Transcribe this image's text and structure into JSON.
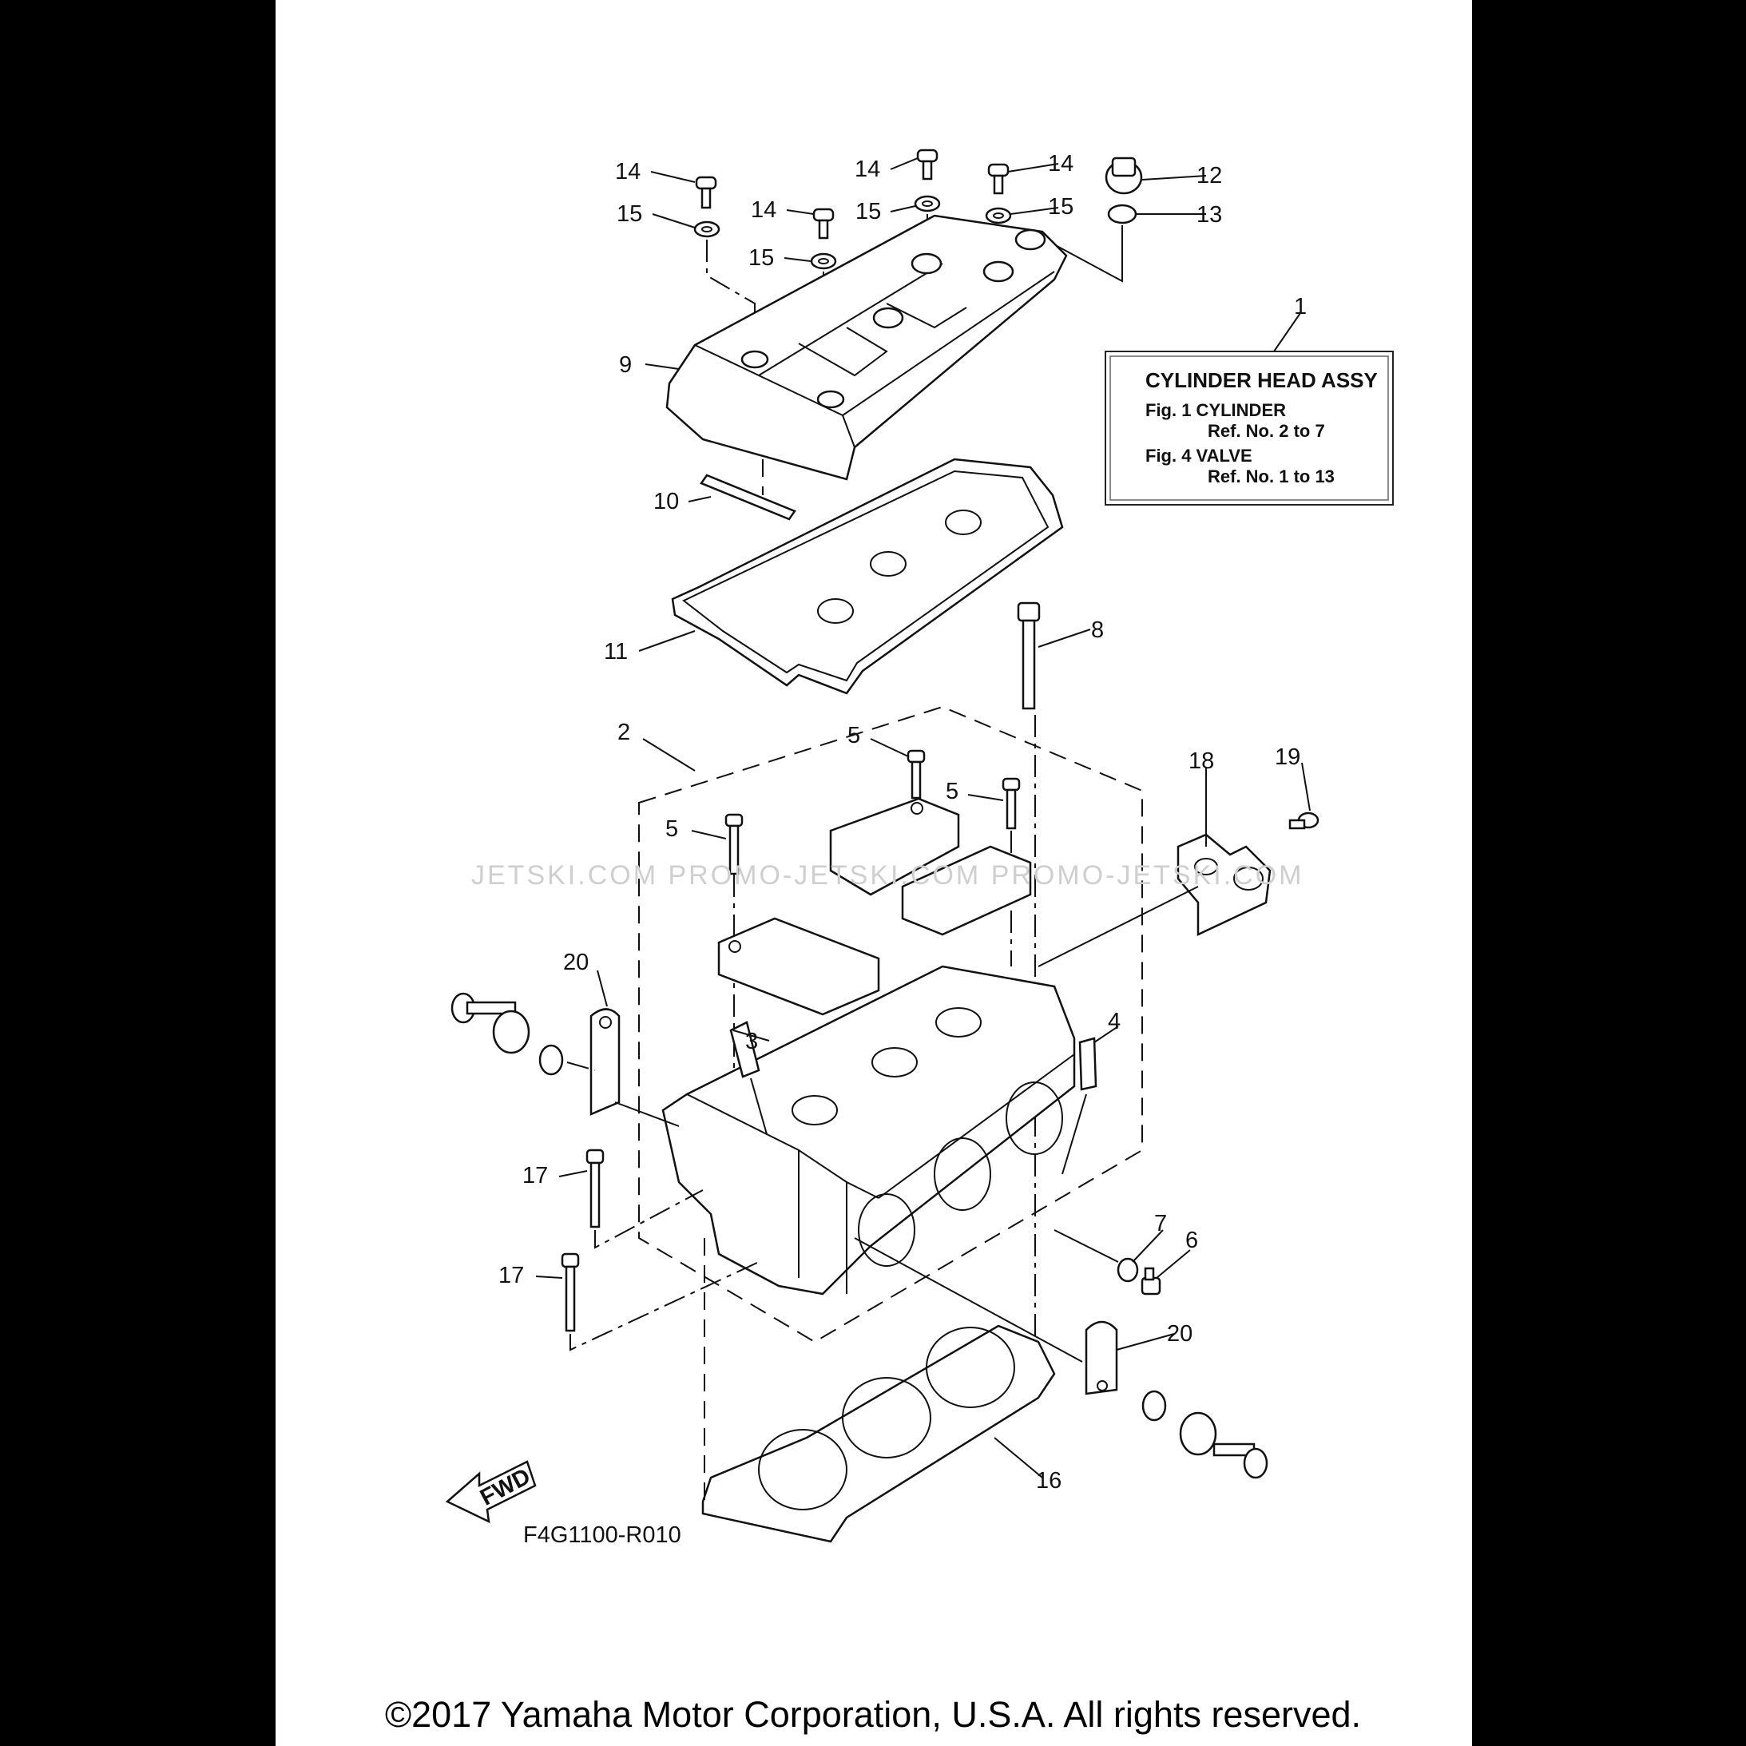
{
  "diagram": {
    "info_box": {
      "title": "CYLINDER HEAD ASSY",
      "line1": "Fig. 1 CYLINDER",
      "line2": "Ref. No. 2 to 7",
      "line3": "Fig. 4 VALVE",
      "line4": "Ref. No. 1 to 13"
    },
    "callouts": [
      "14",
      "15",
      "14",
      "15",
      "14",
      "15",
      "14",
      "15",
      "12",
      "13",
      "1",
      "9",
      "10",
      "11",
      "8",
      "2",
      "5",
      "5",
      "5",
      "18",
      "19",
      "20",
      "3",
      "4",
      "17",
      "17",
      "7",
      "6",
      "20",
      "16"
    ],
    "fwd_label": "FWD",
    "figure_code": "F4G1100-R010",
    "watermark": "JETSKI.COM   PROMO-JETSKI.COM PROMO-JETSKI.COM",
    "footer": "©2017 Yamaha Motor Corporation, U.S.A. All rights reserved."
  }
}
